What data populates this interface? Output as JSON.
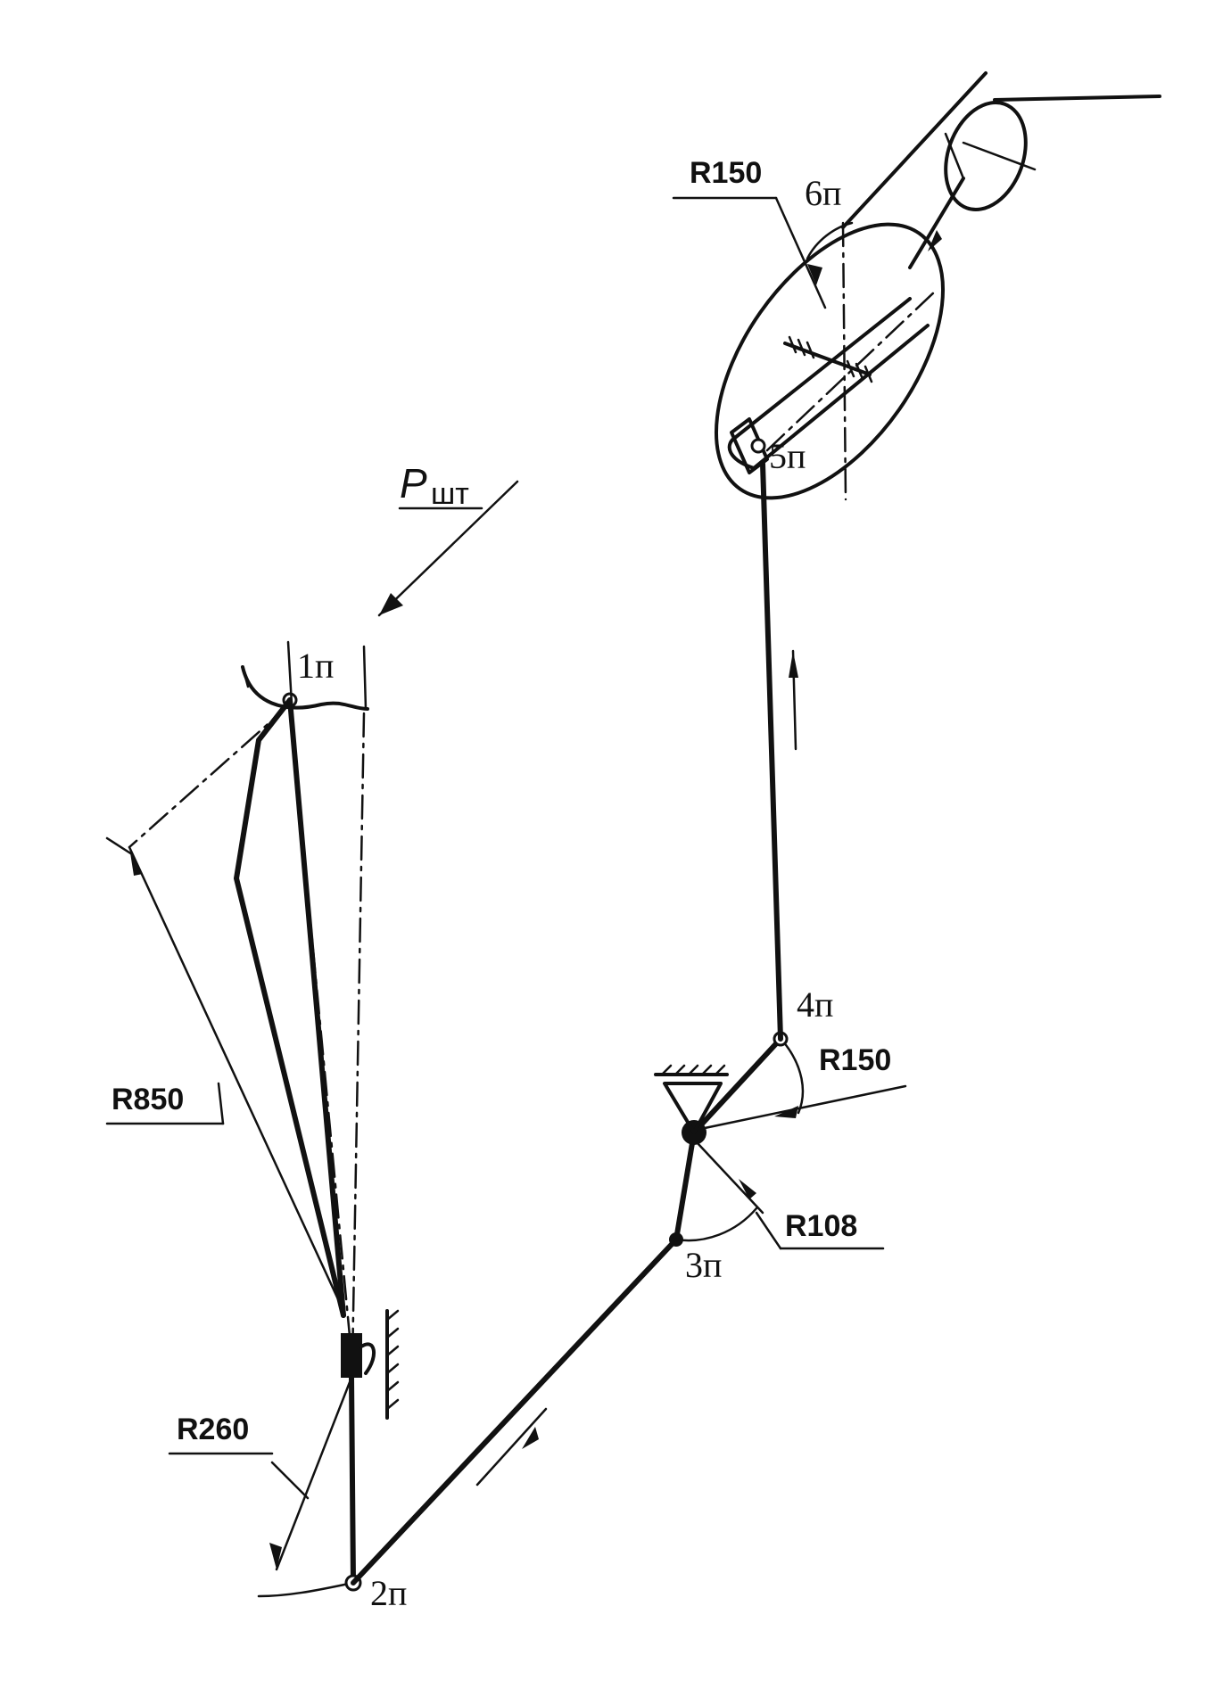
{
  "force": {
    "symbol": "P",
    "subscript": "шт"
  },
  "radii": {
    "r150_top": "R150",
    "r850": "R850",
    "r260": "R260",
    "r150_mid": "R150",
    "r108": "R108"
  },
  "points": {
    "p1": "1п",
    "p2": "2п",
    "p3": "3п",
    "p4": "4п",
    "p5": "5п",
    "p6": "6п"
  }
}
